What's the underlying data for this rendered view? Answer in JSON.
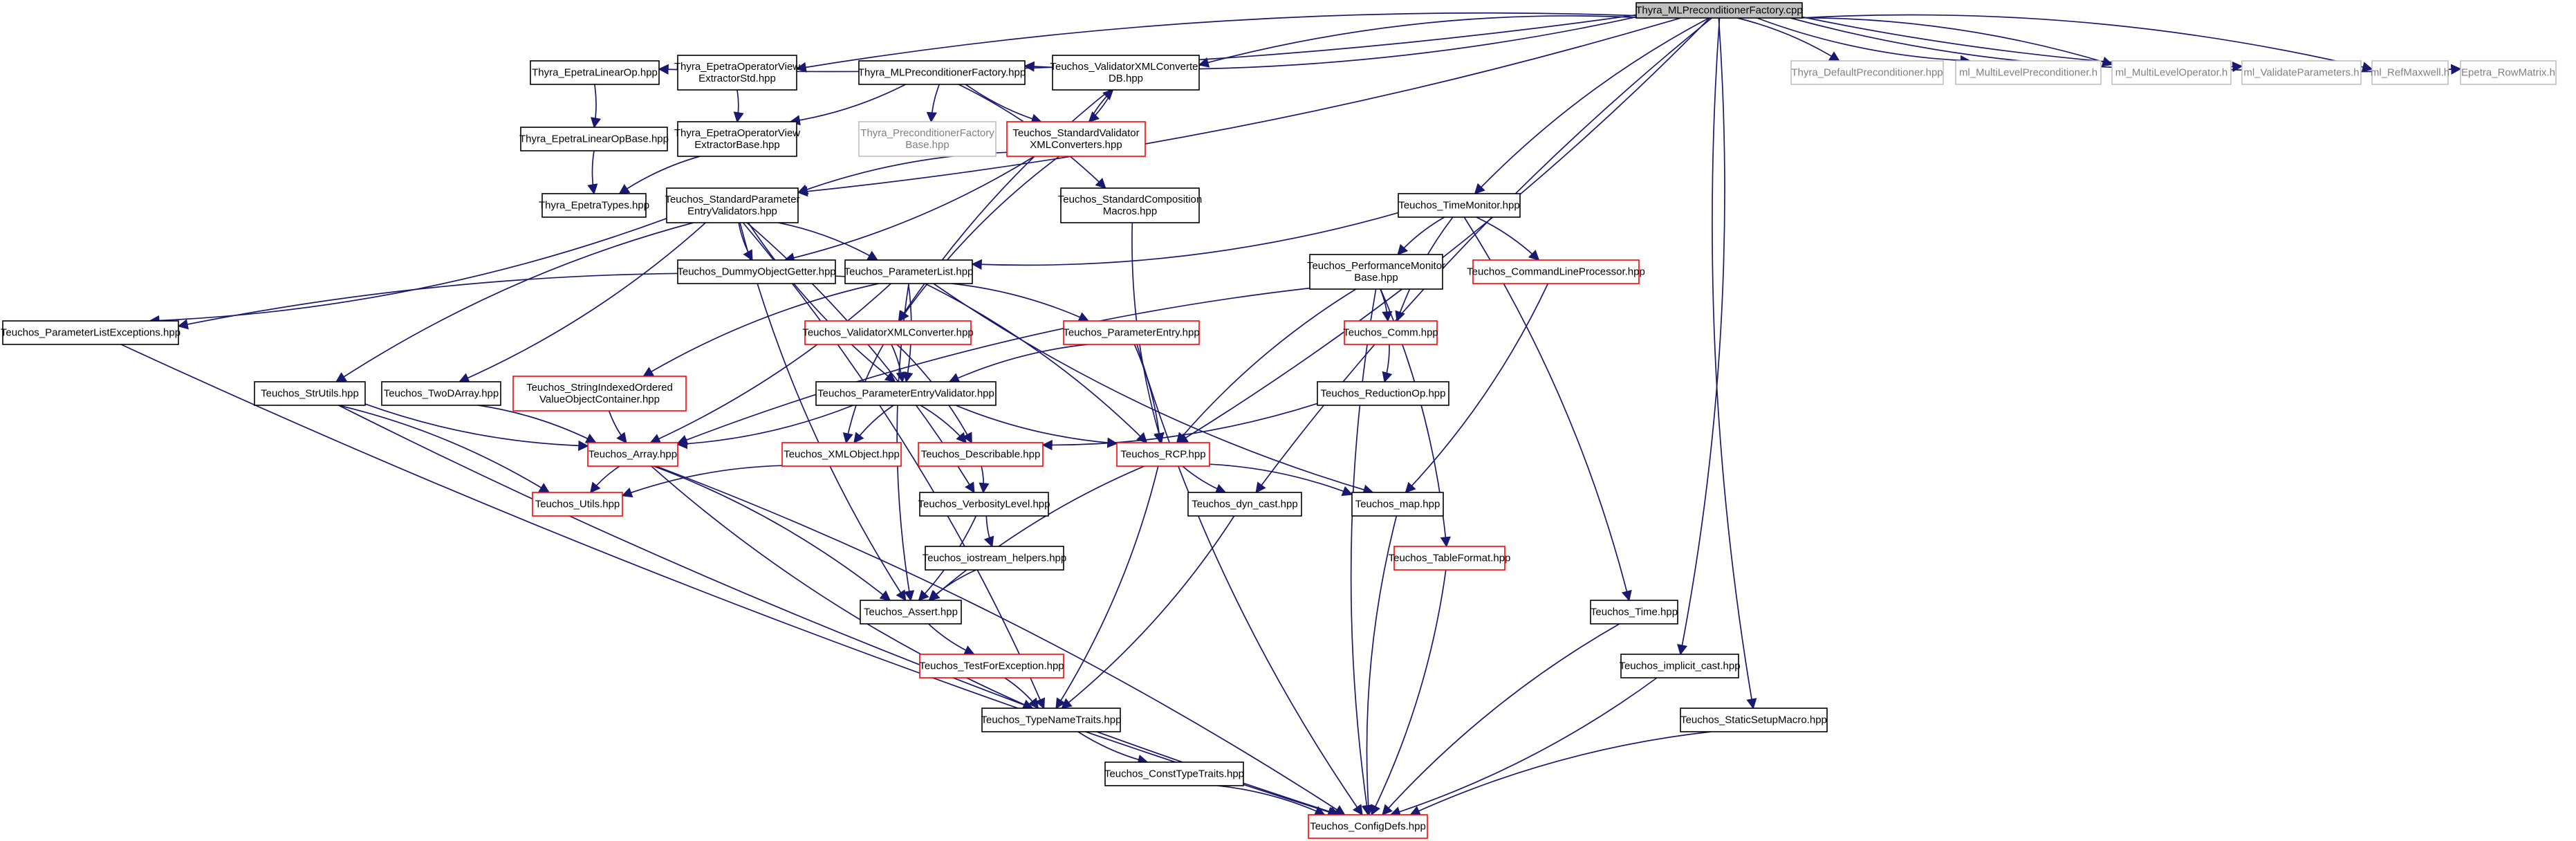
{
  "colors": {
    "edge": "#191970",
    "border_default": "#000000",
    "border_red": "#ff0000",
    "border_grey": "#bfbfbf",
    "fill_root": "#bfbfbf",
    "fill_default": "#ffffff",
    "text_default": "#000000",
    "text_grey": "#7f7f7f"
  },
  "nodes": {
    "root": {
      "lines": [
        "Thyra_MLPreconditionerFactory.cpp"
      ],
      "style": "root"
    },
    "epetraLinearOp": {
      "lines": [
        "Thyra_EpetraLinearOp.hpp"
      ],
      "style": "black"
    },
    "epetraOpViewExtStd": {
      "lines": [
        "Thyra_EpetraOperatorView",
        "ExtractorStd.hpp"
      ],
      "style": "black"
    },
    "mlPrecFactoryHpp": {
      "lines": [
        "Thyra_MLPreconditionerFactory.hpp"
      ],
      "style": "black"
    },
    "validatorXMLConvDB": {
      "lines": [
        "Teuchos_ValidatorXMLConverter",
        "DB.hpp"
      ],
      "style": "black"
    },
    "defaultPrec": {
      "lines": [
        "Thyra_DefaultPreconditioner.hpp"
      ],
      "style": "grey"
    },
    "mlMultiLevelPrec": {
      "lines": [
        "ml_MultiLevelPreconditioner.h"
      ],
      "style": "grey"
    },
    "mlMultiLevelOp": {
      "lines": [
        "ml_MultiLevelOperator.h"
      ],
      "style": "grey"
    },
    "mlValidateParams": {
      "lines": [
        "ml_ValidateParameters.h"
      ],
      "style": "grey"
    },
    "mlRefMaxwell": {
      "lines": [
        "ml_RefMaxwell.h"
      ],
      "style": "grey"
    },
    "epetraRowMatrix": {
      "lines": [
        "Epetra_RowMatrix.h"
      ],
      "style": "grey"
    },
    "epetraLinearOpBase": {
      "lines": [
        "Thyra_EpetraLinearOpBase.hpp"
      ],
      "style": "black"
    },
    "epetraOpViewExtBase": {
      "lines": [
        "Thyra_EpetraOperatorView",
        "ExtractorBase.hpp"
      ],
      "style": "black"
    },
    "precFactoryBase": {
      "lines": [
        "Thyra_PreconditionerFactory",
        "Base.hpp"
      ],
      "style": "grey"
    },
    "stdValidatorXMLConv": {
      "lines": [
        "Teuchos_StandardValidator",
        "XMLConverters.hpp"
      ],
      "style": "red"
    },
    "epetraTypes": {
      "lines": [
        "Thyra_EpetraTypes.hpp"
      ],
      "style": "black"
    },
    "stdParamEntryValidators": {
      "lines": [
        "Teuchos_StandardParameter",
        "EntryValidators.hpp"
      ],
      "style": "black"
    },
    "stdCompositionMacros": {
      "lines": [
        "Teuchos_StandardComposition",
        "Macros.hpp"
      ],
      "style": "black"
    },
    "timeMonitor": {
      "lines": [
        "Teuchos_TimeMonitor.hpp"
      ],
      "style": "black"
    },
    "dummyObjectGetter": {
      "lines": [
        "Teuchos_DummyObjectGetter.hpp"
      ],
      "style": "black"
    },
    "parameterList": {
      "lines": [
        "Teuchos_ParameterList.hpp"
      ],
      "style": "black"
    },
    "perfMonitorBase": {
      "lines": [
        "Teuchos_PerformanceMonitor",
        "Base.hpp"
      ],
      "style": "black"
    },
    "cmdLineProcessor": {
      "lines": [
        "Teuchos_CommandLineProcessor.hpp"
      ],
      "style": "red"
    },
    "paramListExceptions": {
      "lines": [
        "Teuchos_ParameterListExceptions.hpp"
      ],
      "style": "black"
    },
    "validatorXMLConv": {
      "lines": [
        "Teuchos_ValidatorXMLConverter.hpp"
      ],
      "style": "red"
    },
    "parameterEntry": {
      "lines": [
        "Teuchos_ParameterEntry.hpp"
      ],
      "style": "red"
    },
    "comm": {
      "lines": [
        "Teuchos_Comm.hpp"
      ],
      "style": "red"
    },
    "strUtils": {
      "lines": [
        "Teuchos_StrUtils.hpp"
      ],
      "style": "black"
    },
    "twoDArray": {
      "lines": [
        "Teuchos_TwoDArray.hpp"
      ],
      "style": "black"
    },
    "stringIndexed": {
      "lines": [
        "Teuchos_StringIndexedOrdered",
        "ValueObjectContainer.hpp"
      ],
      "style": "red"
    },
    "paramEntryValidator": {
      "lines": [
        "Teuchos_ParameterEntryValidator.hpp"
      ],
      "style": "black"
    },
    "reductionOp": {
      "lines": [
        "Teuchos_ReductionOp.hpp"
      ],
      "style": "black"
    },
    "array": {
      "lines": [
        "Teuchos_Array.hpp"
      ],
      "style": "red"
    },
    "xmlObject": {
      "lines": [
        "Teuchos_XMLObject.hpp"
      ],
      "style": "red"
    },
    "describable": {
      "lines": [
        "Teuchos_Describable.hpp"
      ],
      "style": "red"
    },
    "rcp": {
      "lines": [
        "Teuchos_RCP.hpp"
      ],
      "style": "red"
    },
    "utils": {
      "lines": [
        "Teuchos_Utils.hpp"
      ],
      "style": "red"
    },
    "verbosityLevel": {
      "lines": [
        "Teuchos_VerbosityLevel.hpp"
      ],
      "style": "black"
    },
    "dynCast": {
      "lines": [
        "Teuchos_dyn_cast.hpp"
      ],
      "style": "black"
    },
    "map": {
      "lines": [
        "Teuchos_map.hpp"
      ],
      "style": "black"
    },
    "iostreamHelpers": {
      "lines": [
        "Teuchos_iostream_helpers.hpp"
      ],
      "style": "black"
    },
    "tableFormat": {
      "lines": [
        "Teuchos_TableFormat.hpp"
      ],
      "style": "red"
    },
    "assert": {
      "lines": [
        "Teuchos_Assert.hpp"
      ],
      "style": "black"
    },
    "time": {
      "lines": [
        "Teuchos_Time.hpp"
      ],
      "style": "black"
    },
    "implicitCast": {
      "lines": [
        "Teuchos_implicit_cast.hpp"
      ],
      "style": "black"
    },
    "testForException": {
      "lines": [
        "Teuchos_TestForException.hpp"
      ],
      "style": "red"
    },
    "staticSetupMacro": {
      "lines": [
        "Teuchos_StaticSetupMacro.hpp"
      ],
      "style": "black"
    },
    "typeNameTraits": {
      "lines": [
        "Teuchos_TypeNameTraits.hpp"
      ],
      "style": "black"
    },
    "constTypeTraits": {
      "lines": [
        "Teuchos_ConstTypeTraits.hpp"
      ],
      "style": "black"
    },
    "configDefs": {
      "lines": [
        "Teuchos_ConfigDefs.hpp"
      ],
      "style": "red"
    }
  },
  "edges": [
    [
      "root",
      "epetraLinearOp"
    ],
    [
      "root",
      "epetraOpViewExtStd"
    ],
    [
      "root",
      "mlPrecFactoryHpp"
    ],
    [
      "root",
      "validatorXMLConvDB"
    ],
    [
      "root",
      "defaultPrec"
    ],
    [
      "root",
      "mlMultiLevelPrec"
    ],
    [
      "root",
      "mlMultiLevelOp"
    ],
    [
      "root",
      "mlValidateParams"
    ],
    [
      "root",
      "mlRefMaxwell"
    ],
    [
      "root",
      "epetraRowMatrix"
    ],
    [
      "root",
      "stdParamEntryValidators"
    ],
    [
      "root",
      "timeMonitor"
    ],
    [
      "root",
      "rcp"
    ],
    [
      "root",
      "dynCast"
    ],
    [
      "root",
      "implicitCast"
    ],
    [
      "root",
      "staticSetupMacro"
    ],
    [
      "epetraLinearOp",
      "epetraLinearOpBase"
    ],
    [
      "epetraLinearOpBase",
      "epetraTypes"
    ],
    [
      "epetraOpViewExtStd",
      "epetraOpViewExtBase"
    ],
    [
      "epetraOpViewExtBase",
      "epetraTypes"
    ],
    [
      "mlPrecFactoryHpp",
      "epetraOpViewExtBase"
    ],
    [
      "mlPrecFactoryHpp",
      "precFactoryBase"
    ],
    [
      "mlPrecFactoryHpp",
      "stdCompositionMacros"
    ],
    [
      "mlPrecFactoryHpp",
      "stdValidatorXMLConv"
    ],
    [
      "validatorXMLConvDB",
      "stdValidatorXMLConv"
    ],
    [
      "validatorXMLConvDB",
      "validatorXMLConv"
    ],
    [
      "stdValidatorXMLConv",
      "validatorXMLConvDB"
    ],
    [
      "stdValidatorXMLConv",
      "stdParamEntryValidators"
    ],
    [
      "stdValidatorXMLConv",
      "dummyObjectGetter"
    ],
    [
      "stdValidatorXMLConv",
      "validatorXMLConv"
    ],
    [
      "stdParamEntryValidators",
      "paramListExceptions"
    ],
    [
      "stdParamEntryValidators",
      "dummyObjectGetter"
    ],
    [
      "stdParamEntryValidators",
      "parameterList"
    ],
    [
      "stdParamEntryValidators",
      "strUtils"
    ],
    [
      "stdParamEntryValidators",
      "twoDArray"
    ],
    [
      "stdParamEntryValidators",
      "paramEntryValidator"
    ],
    [
      "stdParamEntryValidators",
      "verbosityLevel"
    ],
    [
      "stdParamEntryValidators",
      "assert"
    ],
    [
      "stdParamEntryValidators",
      "typeNameTraits"
    ],
    [
      "stdCompositionMacros",
      "rcp"
    ],
    [
      "timeMonitor",
      "parameterList"
    ],
    [
      "timeMonitor",
      "perfMonitorBase"
    ],
    [
      "timeMonitor",
      "cmdLineProcessor"
    ],
    [
      "timeMonitor",
      "comm"
    ],
    [
      "timeMonitor",
      "time"
    ],
    [
      "parameterList",
      "paramListExceptions"
    ],
    [
      "parameterList",
      "parameterEntry"
    ],
    [
      "parameterList",
      "stringIndexed"
    ],
    [
      "parameterList",
      "array"
    ],
    [
      "parameterList",
      "assert"
    ],
    [
      "parameterList",
      "rcp"
    ],
    [
      "parameterList",
      "map"
    ],
    [
      "parameterList",
      "paramEntryValidator"
    ],
    [
      "perfMonitorBase",
      "array"
    ],
    [
      "perfMonitorBase",
      "comm"
    ],
    [
      "perfMonitorBase",
      "rcp"
    ],
    [
      "perfMonitorBase",
      "tableFormat"
    ],
    [
      "perfMonitorBase",
      "configDefs"
    ],
    [
      "cmdLineProcessor",
      "map"
    ],
    [
      "paramListExceptions",
      "configDefs"
    ],
    [
      "validatorXMLConv",
      "paramEntryValidator"
    ],
    [
      "validatorXMLConv",
      "xmlObject"
    ],
    [
      "validatorXMLConv",
      "describable"
    ],
    [
      "parameterEntry",
      "paramEntryValidator"
    ],
    [
      "parameterEntry",
      "rcp"
    ],
    [
      "parameterEntry",
      "configDefs"
    ],
    [
      "comm",
      "reductionOp"
    ],
    [
      "strUtils",
      "array"
    ],
    [
      "strUtils",
      "utils"
    ],
    [
      "strUtils",
      "configDefs"
    ],
    [
      "twoDArray",
      "array"
    ],
    [
      "stringIndexed",
      "array"
    ],
    [
      "paramEntryValidator",
      "array"
    ],
    [
      "paramEntryValidator",
      "xmlObject"
    ],
    [
      "paramEntryValidator",
      "describable"
    ],
    [
      "paramEntryValidator",
      "rcp"
    ],
    [
      "reductionOp",
      "describable"
    ],
    [
      "array",
      "utils"
    ],
    [
      "array",
      "assert"
    ],
    [
      "array",
      "typeNameTraits"
    ],
    [
      "array",
      "configDefs"
    ],
    [
      "xmlObject",
      "utils"
    ],
    [
      "describable",
      "verbosityLevel"
    ],
    [
      "rcp",
      "dynCast"
    ],
    [
      "rcp",
      "map"
    ],
    [
      "rcp",
      "assert"
    ],
    [
      "rcp",
      "typeNameTraits"
    ],
    [
      "verbosityLevel",
      "iostreamHelpers"
    ],
    [
      "verbosityLevel",
      "assert"
    ],
    [
      "iostreamHelpers",
      "assert"
    ],
    [
      "dynCast",
      "typeNameTraits"
    ],
    [
      "map",
      "configDefs"
    ],
    [
      "tableFormat",
      "configDefs"
    ],
    [
      "assert",
      "testForException"
    ],
    [
      "testForException",
      "typeNameTraits"
    ],
    [
      "typeNameTraits",
      "constTypeTraits"
    ],
    [
      "constTypeTraits",
      "configDefs"
    ],
    [
      "time",
      "configDefs"
    ],
    [
      "implicitCast",
      "configDefs"
    ],
    [
      "staticSetupMacro",
      "configDefs"
    ]
  ]
}
